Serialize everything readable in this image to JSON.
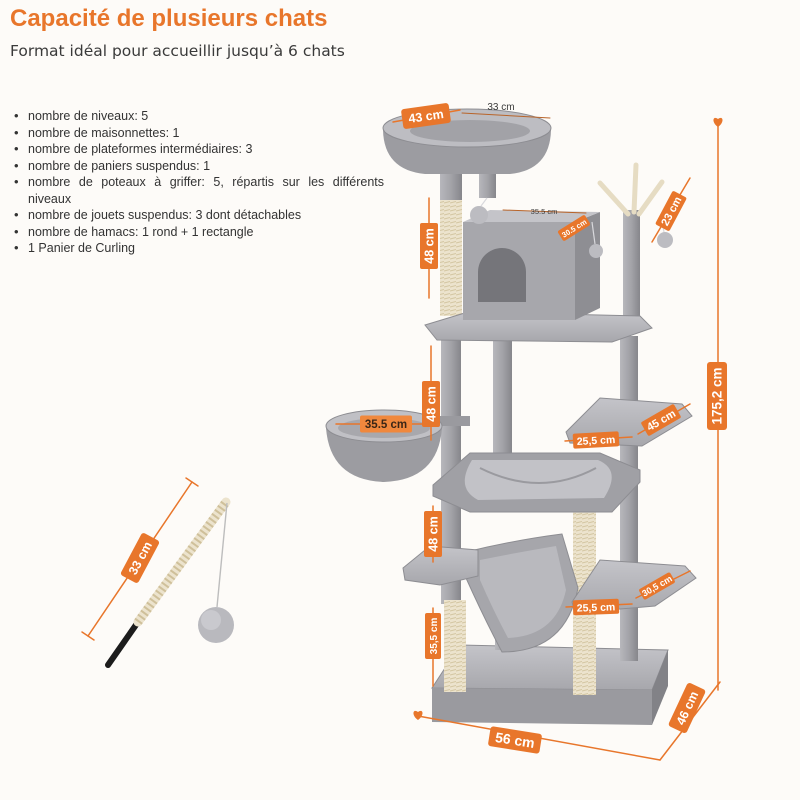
{
  "header": {
    "title": "Capacité de plusieurs chats",
    "subtitle": "Format idéal pour accueillir jusqu’à 6 chats"
  },
  "features": [
    "nombre de niveaux: 5",
    "nombre de maisonnettes: 1",
    "nombre de plateformes intermédiaires: 3",
    "nombre de paniers suspendus: 1",
    "nombre de poteaux à griffer: 5, répartis sur les différents niveaux",
    "nombre de jouets suspendus: 3 dont détachables",
    "nombre de hamacs: 1 rond + 1 rectangle",
    "1 Panier de Curling"
  ],
  "dimensions": {
    "top_bed_width": "43 cm",
    "top_bed_depth": "33 cm",
    "upper_post_height": "48 cm",
    "house_width": "35.5 cm",
    "house_depth": "30.5 cm",
    "toy_post_height": "23 cm",
    "middle_post_height": "48 cm",
    "round_basket_diameter": "35.5 cm",
    "upper_platform_length": "45 cm",
    "upper_platform_width": "25,5 cm",
    "lower_post_height": "48 cm",
    "lower_platform_width": "25,5 cm",
    "lower_platform_length": "30,5 cm",
    "base_post_height": "35,5 cm",
    "total_height": "175,2 cm",
    "base_width": "56 cm",
    "base_depth": "46 cm",
    "toy_length": "33 cm"
  },
  "colors": {
    "accent": "#e8762b",
    "text": "#333333",
    "fur": "#a9a9ae",
    "sisal": "#ece3cd",
    "background": "#fdfbf8"
  }
}
